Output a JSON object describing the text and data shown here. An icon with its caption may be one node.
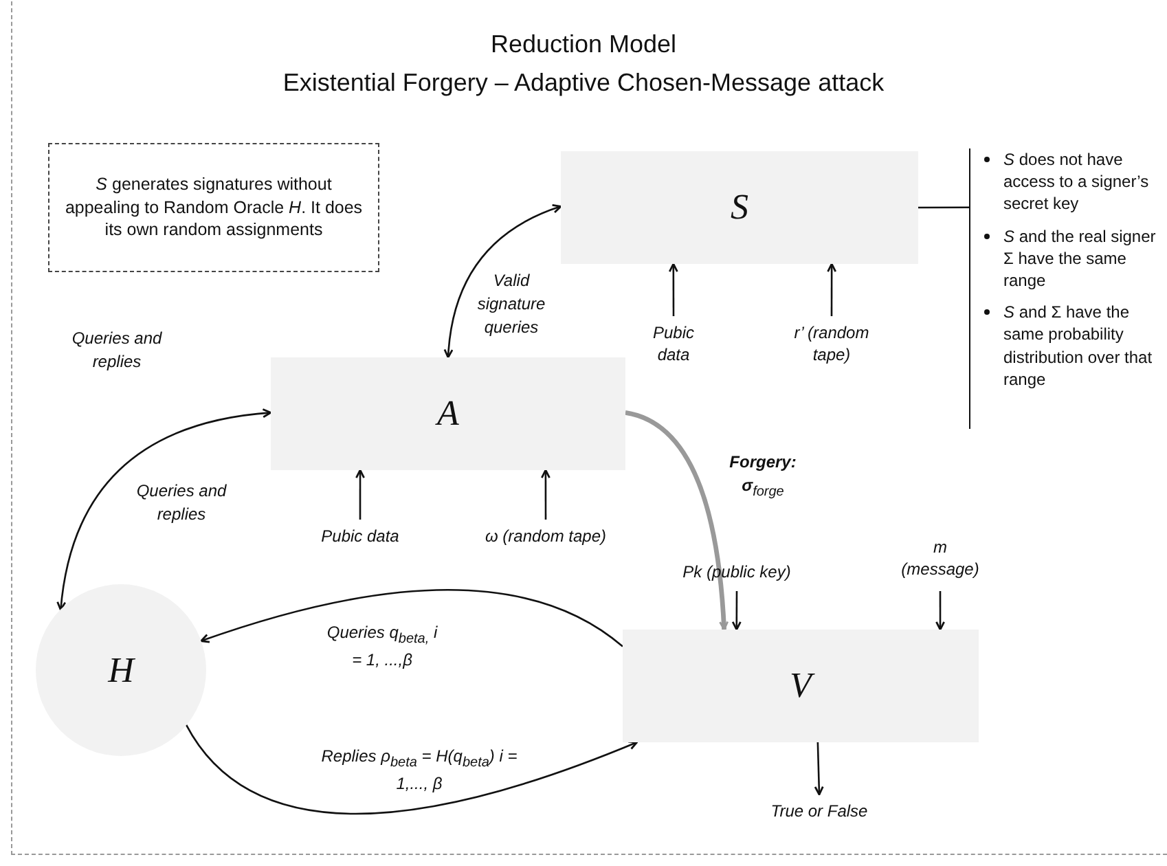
{
  "diagram": {
    "title": "Reduction Model",
    "nodes": [
      {
        "text": [
          "*S* generates signatures without appealing to Random Oracle *H*. It does its own random assignments"
        ]
      },
      {
        "text": [
          "S"
        ]
      },
      {
        "text": [
          "A"
        ]
      },
      {
        "text": [
          "H"
        ]
      },
      {
        "text": [
          "V"
        ]
      },
      {
        "text": [
          "Pubic data"
        ]
      },
      {
        "text": [
          "r’ (random tape)"
        ]
      },
      {
        "text": [
          "Pubic data"
        ]
      },
      {
        "text": [
          "ω (random tape)"
        ]
      },
      {
        "text": [
          "Pk (public key)"
        ]
      },
      {
        "text": [
          "m (message)"
        ]
      },
      {
        "text": [
          "True or False"
        ]
      },
      {
        "text": [
          "*S* does not have access to a signer’s secret key",
          "*S* and the real signer Σ have the same range",
          "*S* and Σ have the same probability distribution over that range"
        ]
      }
    ],
    "edges": [
      {
        "from": 2,
        "to": 1,
        "arrow": "both",
        "label": "Valid signature queries"
      },
      {
        "from": 3,
        "to": 2,
        "arrow": "both",
        "label": "Queries and replies"
      },
      {
        "from": 2,
        "to": 4,
        "arrow": "to",
        "label": "**Forgery:** **σ**$_{forge}$",
        "style": "thick",
        "color": "#999999"
      },
      {
        "from": 4,
        "to": 3,
        "arrow": "to",
        "label": "Queries q$_{beta,}$ i = 1, ...,β"
      },
      {
        "from": 3,
        "to": 4,
        "arrow": "to",
        "label": "Replies ρ$_{beta}$ = H(q$_{beta}$) i = 1,..., β"
      },
      {
        "from": 5,
        "to": 1,
        "arrow": "to"
      },
      {
        "from": 6,
        "to": 1,
        "arrow": "to"
      },
      {
        "from": 7,
        "to": 2,
        "arrow": "to"
      },
      {
        "from": 8,
        "to": 2,
        "arrow": "to"
      },
      {
        "from": 9,
        "to": 4,
        "arrow": "to"
      },
      {
        "from": 10,
        "to": 4,
        "arrow": "to"
      },
      {
        "from": 4,
        "to": 11,
        "arrow": "to"
      },
      {
        "from": 1,
        "to": 12,
        "arrow": "none"
      }
    ],
    "labels": [
      "Existential Forgery – Adaptive Chosen-Message attack",
      "Queries and replies"
    ]
  }
}
